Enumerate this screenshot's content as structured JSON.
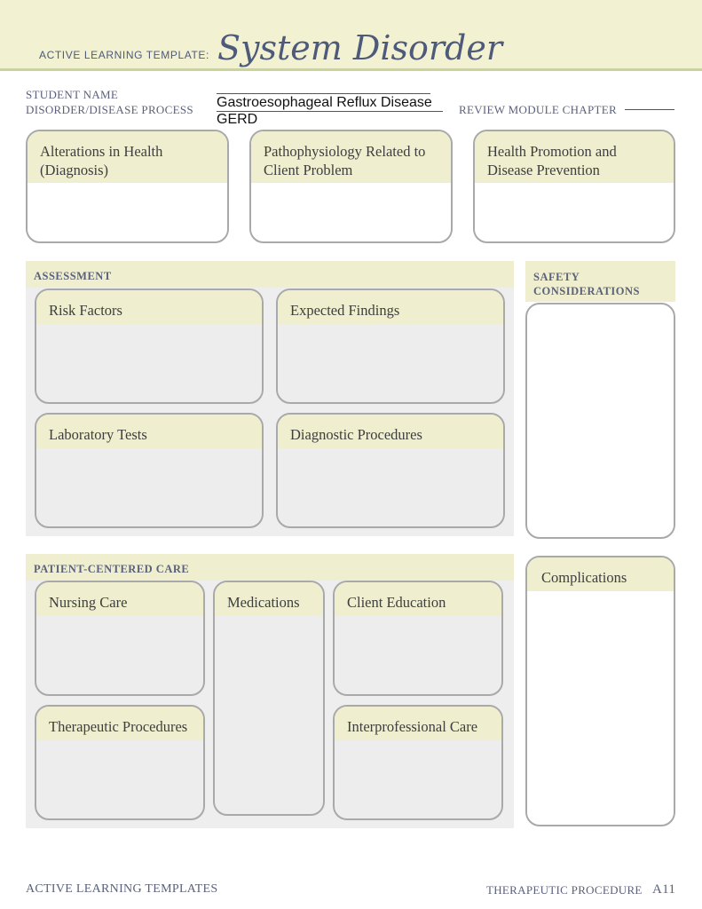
{
  "header": {
    "template_label": "ACTIVE LEARNING TEMPLATE:",
    "title": "System Disorder"
  },
  "fields": {
    "student_name_label": "STUDENT NAME",
    "disorder_label": "DISORDER/DISEASE PROCESS",
    "disorder_value_line1": "Gastroesophageal Reflux Disease",
    "disorder_value_line2": "GERD",
    "review_module_label": "REVIEW MODULE CHAPTER"
  },
  "top_cards": [
    {
      "title": "Alterations in Health (Diagnosis)"
    },
    {
      "title": "Pathophysiology Related to Client Problem"
    },
    {
      "title": "Health Promotion and Disease Prevention"
    }
  ],
  "assessment": {
    "title": "ASSESSMENT",
    "cards": [
      {
        "title": "Risk Factors"
      },
      {
        "title": "Expected Findings"
      },
      {
        "title": "Laboratory Tests"
      },
      {
        "title": "Diagnostic Procedures"
      }
    ]
  },
  "safety": {
    "title": "SAFETY CONSIDERATIONS"
  },
  "patient_care": {
    "title": "PATIENT-CENTERED CARE",
    "cards": [
      {
        "title": "Nursing Care"
      },
      {
        "title": "Medications"
      },
      {
        "title": "Client Education"
      },
      {
        "title": "Therapeutic Procedures"
      },
      {
        "title": "Interprofessional Care"
      }
    ]
  },
  "complications": {
    "title": "Complications"
  },
  "footer": {
    "left": "ACTIVE LEARNING TEMPLATES",
    "right_label": "THERAPEUTIC PROCEDURE",
    "page": "A11"
  },
  "colors": {
    "banner": "#f2f2d2",
    "header_accent": "#c9d39a",
    "label_text": "#5b617a",
    "card_border": "#a9a9a9",
    "panel_bg": "#eeeeee"
  }
}
